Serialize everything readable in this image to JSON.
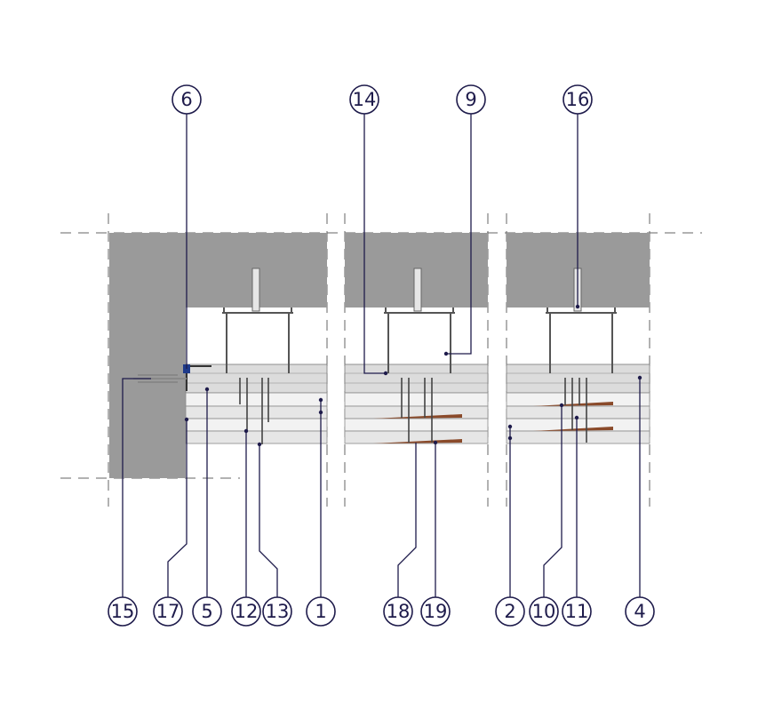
{
  "callouts": {
    "c6": "6",
    "c14": "14",
    "c9": "9",
    "c16": "16",
    "c15": "15",
    "c17": "17",
    "c5": "5",
    "c12": "12",
    "c13": "13",
    "c1": "1",
    "c18": "18",
    "c19": "19",
    "c2": "2",
    "c10": "10",
    "c11": "11",
    "c4": "4"
  },
  "colors": {
    "callout_stroke": "#1e1b4b",
    "concrete": "#9a9a9a",
    "board": "#f2f2f2",
    "tape": "#8a4a2a"
  }
}
